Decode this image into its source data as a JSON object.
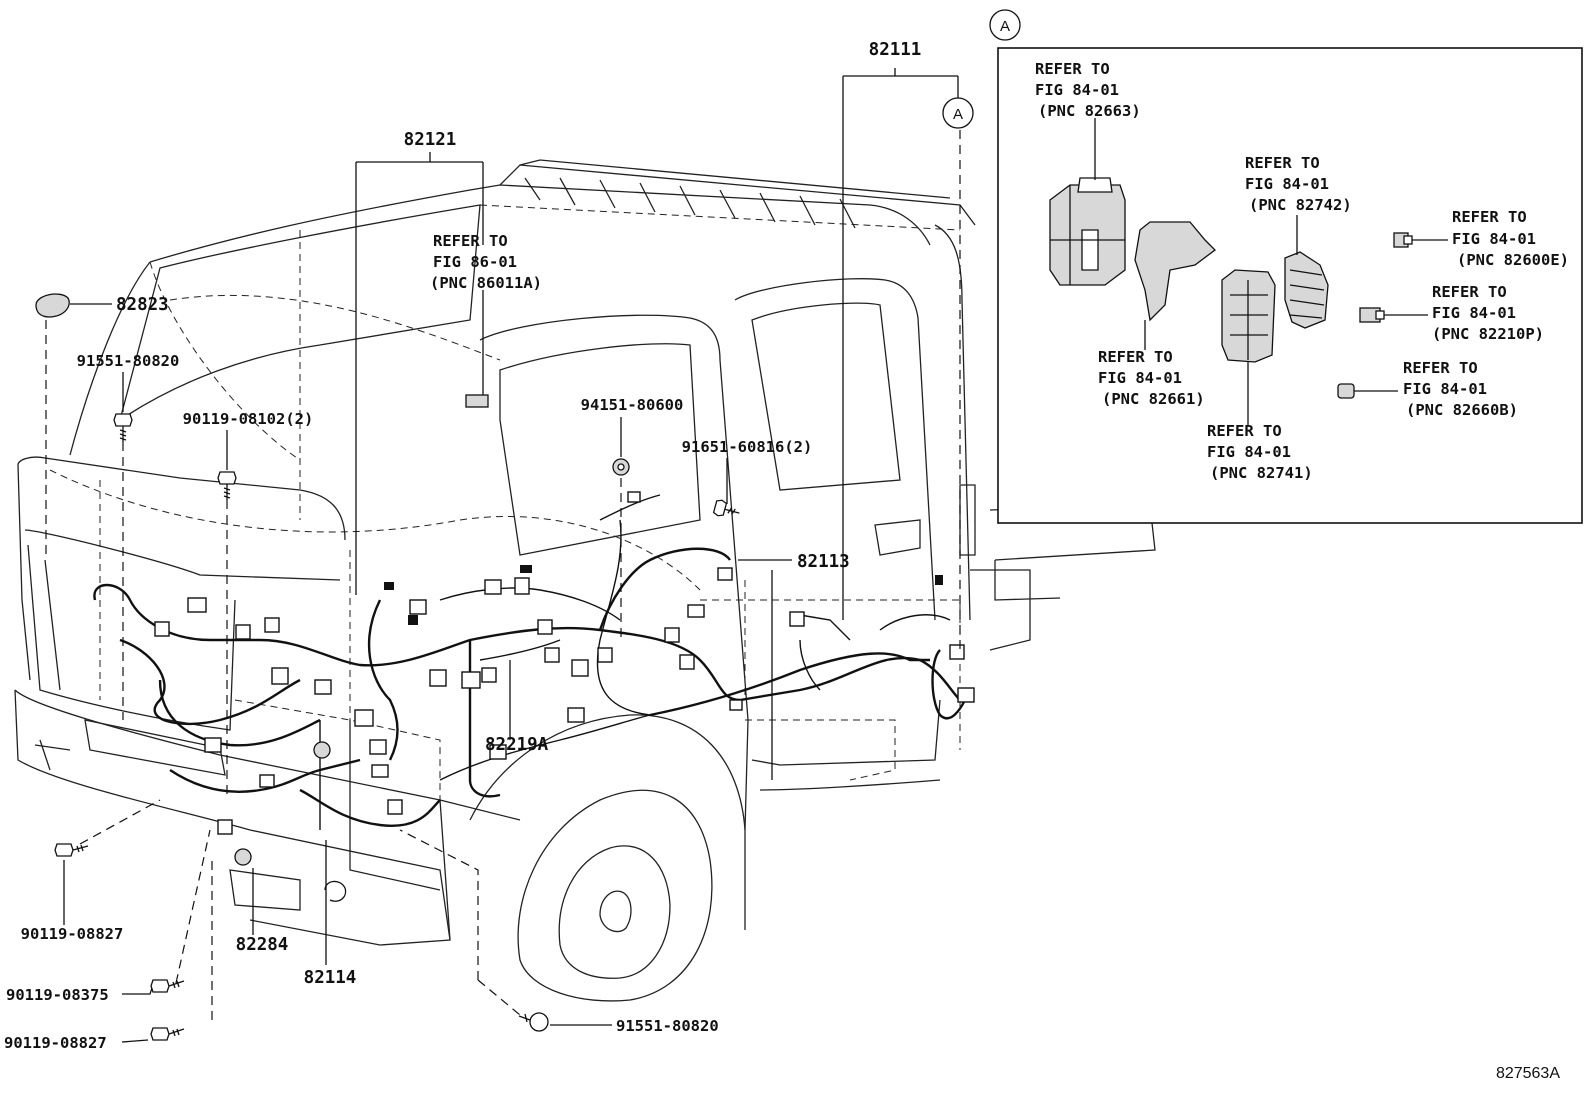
{
  "figure_id": "827563A",
  "callout_letter": "A",
  "parts": {
    "p82111": "82111",
    "p82121": "82121",
    "p82823": "82823",
    "p82113": "82113",
    "p82219A": "82219A",
    "p82284": "82284",
    "p82114": "82114",
    "b91551_80820_top": "91551-80820",
    "b90119_08102": "90119-08102(2)",
    "c94151_80600": "94151-80600",
    "b91651_60816": "91651-60816(2)",
    "b90119_08827_a": "90119-08827",
    "b90119_08375": "90119-08375",
    "b90119_08827_b": "90119-08827",
    "b91551_80820_bottom": "91551-80820"
  },
  "refer_main": {
    "line1": "REFER TO",
    "line2": "FIG 86-01",
    "line3": "(PNC 86011A)"
  },
  "detail_box": {
    "r82663": {
      "line1": "REFER TO",
      "line2": "FIG 84-01",
      "line3": "(PNC 82663)"
    },
    "r82742": {
      "line1": "REFER TO",
      "line2": "FIG 84-01",
      "line3": "(PNC 82742)"
    },
    "r82600E": {
      "line1": "REFER TO",
      "line2": "FIG 84-01",
      "line3": "(PNC 82600E)"
    },
    "r82210P": {
      "line1": "REFER TO",
      "line2": "FIG 84-01",
      "line3": "(PNC 82210P)"
    },
    "r82661": {
      "line1": "REFER TO",
      "line2": "FIG 84-01",
      "line3": "(PNC 82661)"
    },
    "r82660B": {
      "line1": "REFER TO",
      "line2": "FIG 84-01",
      "line3": "(PNC 82660B)"
    },
    "r82741": {
      "line1": "REFER TO",
      "line2": "FIG 84-01",
      "line3": "(PNC 82741)"
    }
  }
}
